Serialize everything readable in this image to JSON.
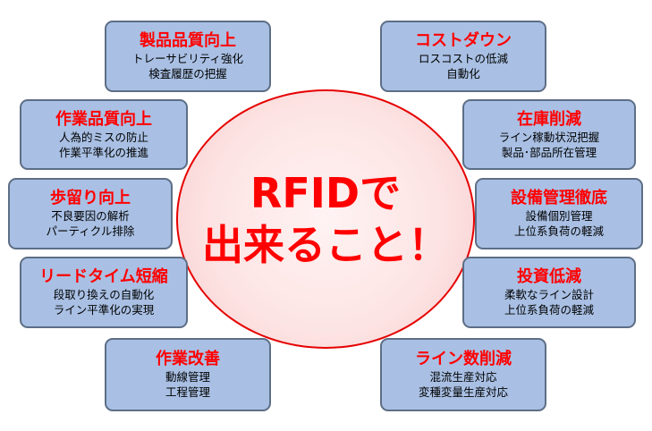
{
  "diagram": {
    "center": {
      "line1": "RFIDで",
      "line2": "出来ること！"
    },
    "cards": [
      {
        "id": "quality",
        "title": "製品品質向上",
        "lines": [
          "トレーサビリティ強化",
          "検査履歴の把握"
        ]
      },
      {
        "id": "cost",
        "title": "コストダウン",
        "lines": [
          "ロスコストの低減",
          "自動化"
        ]
      },
      {
        "id": "work-quality",
        "title": "作業品質向上",
        "lines": [
          "人為的ミスの防止",
          "作業平準化の推進"
        ]
      },
      {
        "id": "inventory",
        "title": "在庫削減",
        "lines": [
          "ライン稼動状況把握",
          "製品･部品所在管理"
        ]
      },
      {
        "id": "yield",
        "title": "歩留り向上",
        "lines": [
          "不良要因の解析",
          "パーティクル排除"
        ]
      },
      {
        "id": "equipment",
        "title": "設備管理徹底",
        "lines": [
          "設備個別管理",
          "上位系負荷の軽減"
        ]
      },
      {
        "id": "leadtime",
        "title": "リードタイム短縮",
        "lines": [
          "段取り換えの自動化",
          "ライン平準化の実現"
        ]
      },
      {
        "id": "investment",
        "title": "投資低減",
        "lines": [
          "柔軟なライン設計",
          "上位系負荷の軽減"
        ]
      },
      {
        "id": "work-improve",
        "title": "作業改善",
        "lines": [
          "動線管理",
          "工程管理"
        ]
      },
      {
        "id": "line-reduce",
        "title": "ライン数削減",
        "lines": [
          "混流生産対応",
          "変種変量生産対応"
        ]
      }
    ],
    "colors": {
      "card_fill": "#a9c0e4",
      "card_border": "#5d6e86",
      "title_text": "#ff0000",
      "circle_border": "#e60000"
    }
  }
}
